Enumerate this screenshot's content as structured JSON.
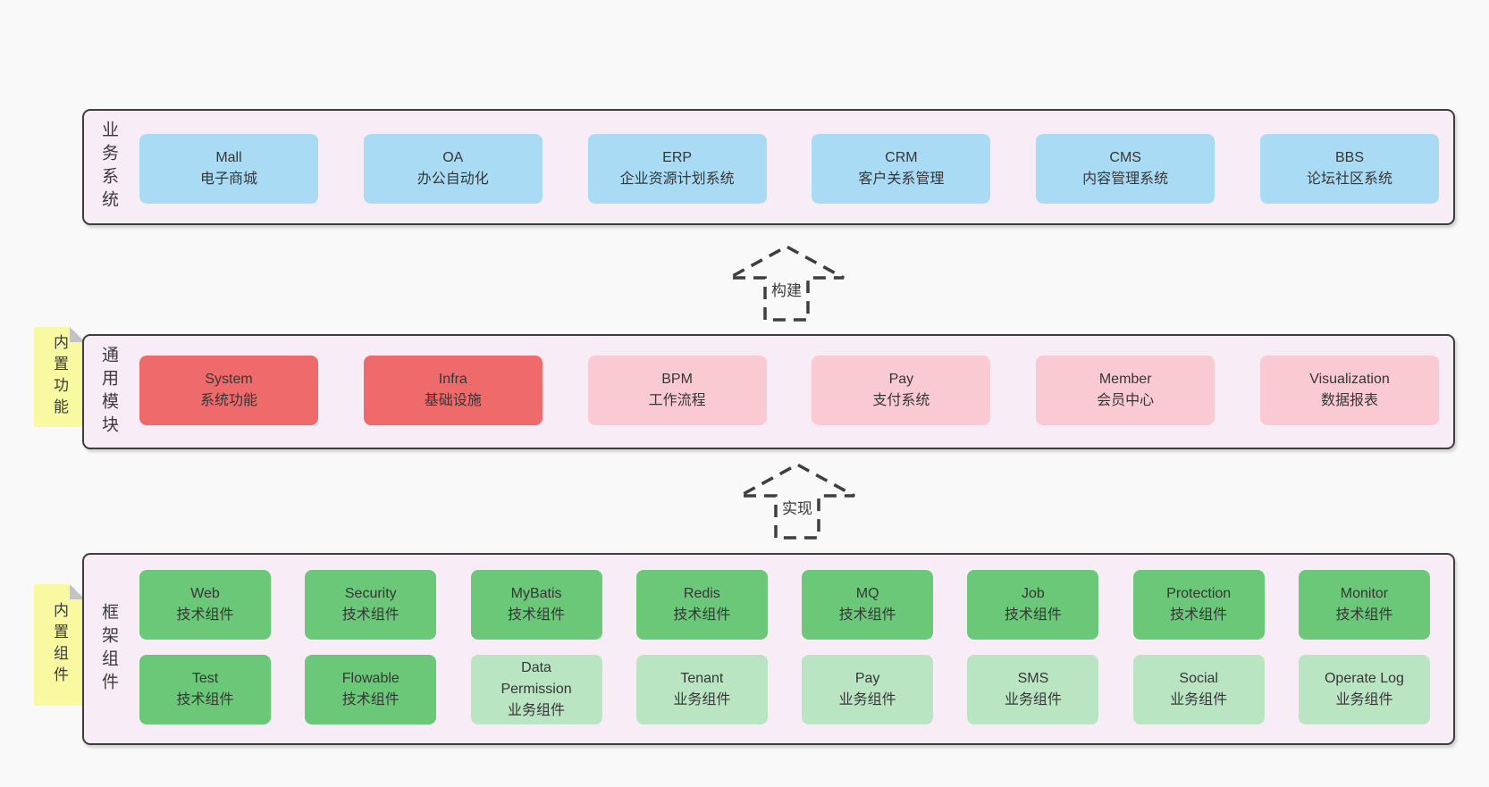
{
  "diagram": {
    "layers": [
      {
        "label": "业务系统",
        "rows": [
          [
            {
              "title": "Mall",
              "subtitle": "电子商城",
              "variant": "blue"
            },
            {
              "title": "OA",
              "subtitle": "办公自动化",
              "variant": "blue"
            },
            {
              "title": "ERP",
              "subtitle": "企业资源计划系统",
              "variant": "blue"
            },
            {
              "title": "CRM",
              "subtitle": "客户关系管理",
              "variant": "blue"
            },
            {
              "title": "CMS",
              "subtitle": "内容管理系统",
              "variant": "blue"
            },
            {
              "title": "BBS",
              "subtitle": "论坛社区系统",
              "variant": "blue"
            }
          ]
        ]
      },
      {
        "label": "通用模块",
        "note": "内置功能",
        "rows": [
          [
            {
              "title": "System",
              "subtitle": "系统功能",
              "variant": "red"
            },
            {
              "title": "Infra",
              "subtitle": "基础设施",
              "variant": "red"
            },
            {
              "title": "BPM",
              "subtitle": "工作流程",
              "variant": "pink"
            },
            {
              "title": "Pay",
              "subtitle": "支付系统",
              "variant": "pink"
            },
            {
              "title": "Member",
              "subtitle": "会员中心",
              "variant": "pink"
            },
            {
              "title": "Visualization",
              "subtitle": "数据报表",
              "variant": "pink"
            }
          ]
        ]
      },
      {
        "label": "框架组件",
        "note": "内置组件",
        "rows": [
          [
            {
              "title": "Web",
              "subtitle": "技术组件",
              "variant": "green"
            },
            {
              "title": "Security",
              "subtitle": "技术组件",
              "variant": "green"
            },
            {
              "title": "MyBatis",
              "subtitle": "技术组件",
              "variant": "green"
            },
            {
              "title": "Redis",
              "subtitle": "技术组件",
              "variant": "green"
            },
            {
              "title": "MQ",
              "subtitle": "技术组件",
              "variant": "green"
            },
            {
              "title": "Job",
              "subtitle": "技术组件",
              "variant": "green"
            },
            {
              "title": "Protection",
              "subtitle": "技术组件",
              "variant": "green"
            },
            {
              "title": "Monitor",
              "subtitle": "技术组件",
              "variant": "green"
            }
          ],
          [
            {
              "title": "Test",
              "subtitle": "技术组件",
              "variant": "green"
            },
            {
              "title": "Flowable",
              "subtitle": "技术组件",
              "variant": "green"
            },
            {
              "title": "Data Permission",
              "subtitle": "业务组件",
              "variant": "green-light"
            },
            {
              "title": "Tenant",
              "subtitle": "业务组件",
              "variant": "green-light"
            },
            {
              "title": "Pay",
              "subtitle": "业务组件",
              "variant": "green-light"
            },
            {
              "title": "SMS",
              "subtitle": "业务组件",
              "variant": "green-light"
            },
            {
              "title": "Social",
              "subtitle": "业务组件",
              "variant": "green-light"
            },
            {
              "title": "Operate Log",
              "subtitle": "业务组件",
              "variant": "green-light"
            }
          ]
        ]
      }
    ],
    "arrows": [
      {
        "label": "构建"
      },
      {
        "label": "实现"
      }
    ],
    "colors": {
      "page_bg": "#f9f9f9",
      "panel_bg": "#f8edf6",
      "panel_border": "#3e3e3e",
      "business_box": "#a9dbf4",
      "core_module_box": "#ee6a6b",
      "optional_module_box": "#facad2",
      "tech_component_box": "#6ac878",
      "biz_component_box": "#bae5c3",
      "note_bg": "#f9f9a1",
      "text": "#3a3a3a"
    }
  }
}
